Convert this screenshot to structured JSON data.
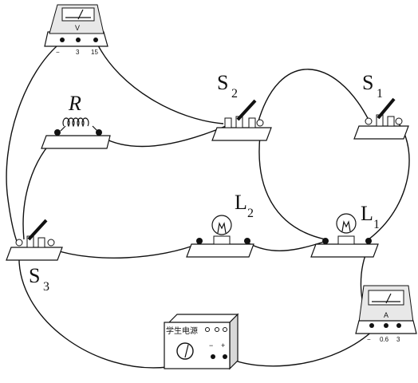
{
  "labels": {
    "voltmeter_letter": "V",
    "voltmeter_terminals": [
      "−",
      "3",
      "15"
    ],
    "ammeter_letter": "A",
    "ammeter_terminals": [
      "−",
      "0.6",
      "3"
    ],
    "resistor": "R",
    "s1_main": "S",
    "s1_sub": "1",
    "s2_main": "S",
    "s2_sub": "2",
    "s3_main": "S",
    "s3_sub": "3",
    "l1_main": "L",
    "l1_sub": "1",
    "l2_main": "L",
    "l2_sub": "2",
    "power_supply": "学生电源",
    "psu_minus": "−",
    "psu_plus": "+"
  }
}
